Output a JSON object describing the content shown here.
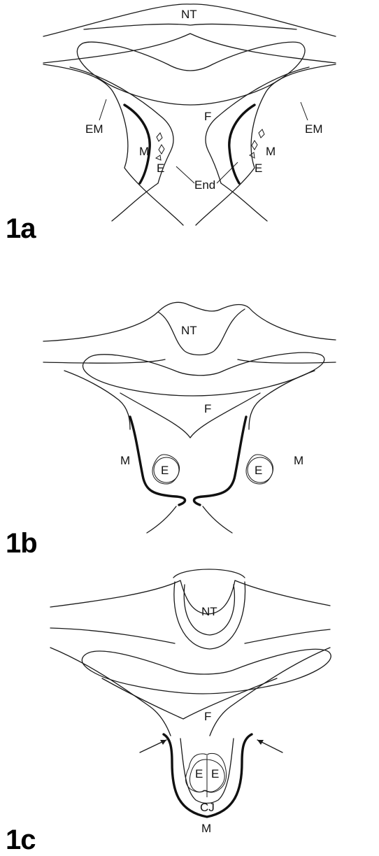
{
  "figure": {
    "panels": [
      {
        "id": "1a",
        "panel_label": "1a",
        "labels": {
          "nt": "NT",
          "f": "F",
          "em_left": "EM",
          "em_right": "EM",
          "m_left": "M",
          "m_right": "M",
          "e_left": "E",
          "e_right": "E",
          "end": "End"
        }
      },
      {
        "id": "1b",
        "panel_label": "1b",
        "labels": {
          "nt": "NT",
          "f": "F",
          "m_left": "M",
          "m_right": "M",
          "e_left": "E",
          "e_right": "E"
        }
      },
      {
        "id": "1c",
        "panel_label": "1c",
        "labels": {
          "nt": "NT",
          "f": "F",
          "e_left": "E",
          "e_right": "E",
          "cj": "CJ",
          "m": "M"
        }
      }
    ]
  }
}
